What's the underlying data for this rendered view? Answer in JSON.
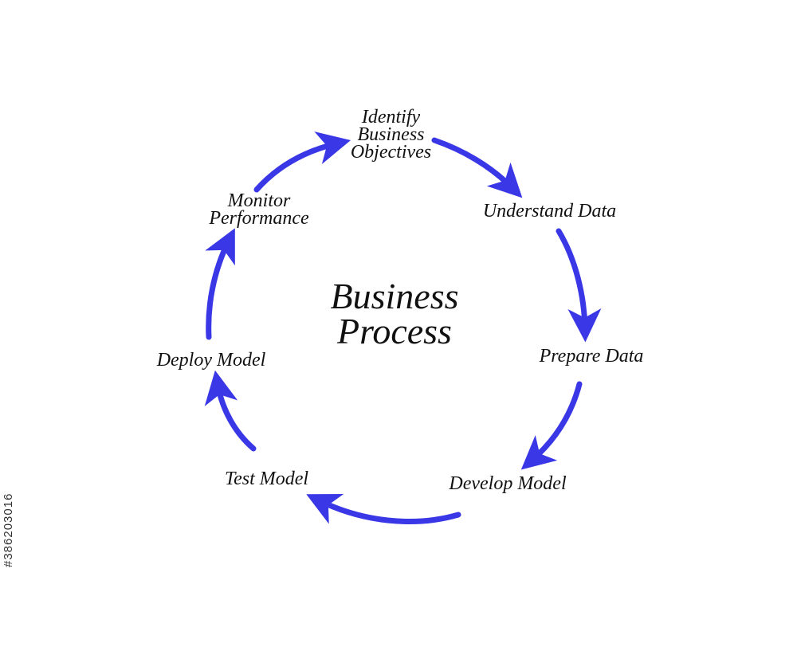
{
  "diagram": {
    "title_line1": "Business",
    "title_line2": "Process",
    "arrow_color": "#3a37e6",
    "steps": [
      {
        "id": "identify",
        "lines": [
          "Identify",
          "Business",
          "Objectives"
        ]
      },
      {
        "id": "understand",
        "lines": [
          "Understand Data"
        ]
      },
      {
        "id": "prepare",
        "lines": [
          "Prepare Data"
        ]
      },
      {
        "id": "develop",
        "lines": [
          "Develop Model"
        ]
      },
      {
        "id": "test",
        "lines": [
          "Test Model"
        ]
      },
      {
        "id": "deploy",
        "lines": [
          "Deploy Model"
        ]
      },
      {
        "id": "monitor",
        "lines": [
          "Monitor",
          "Performance"
        ]
      }
    ]
  },
  "watermark": {
    "stock_id": "#386203016"
  }
}
